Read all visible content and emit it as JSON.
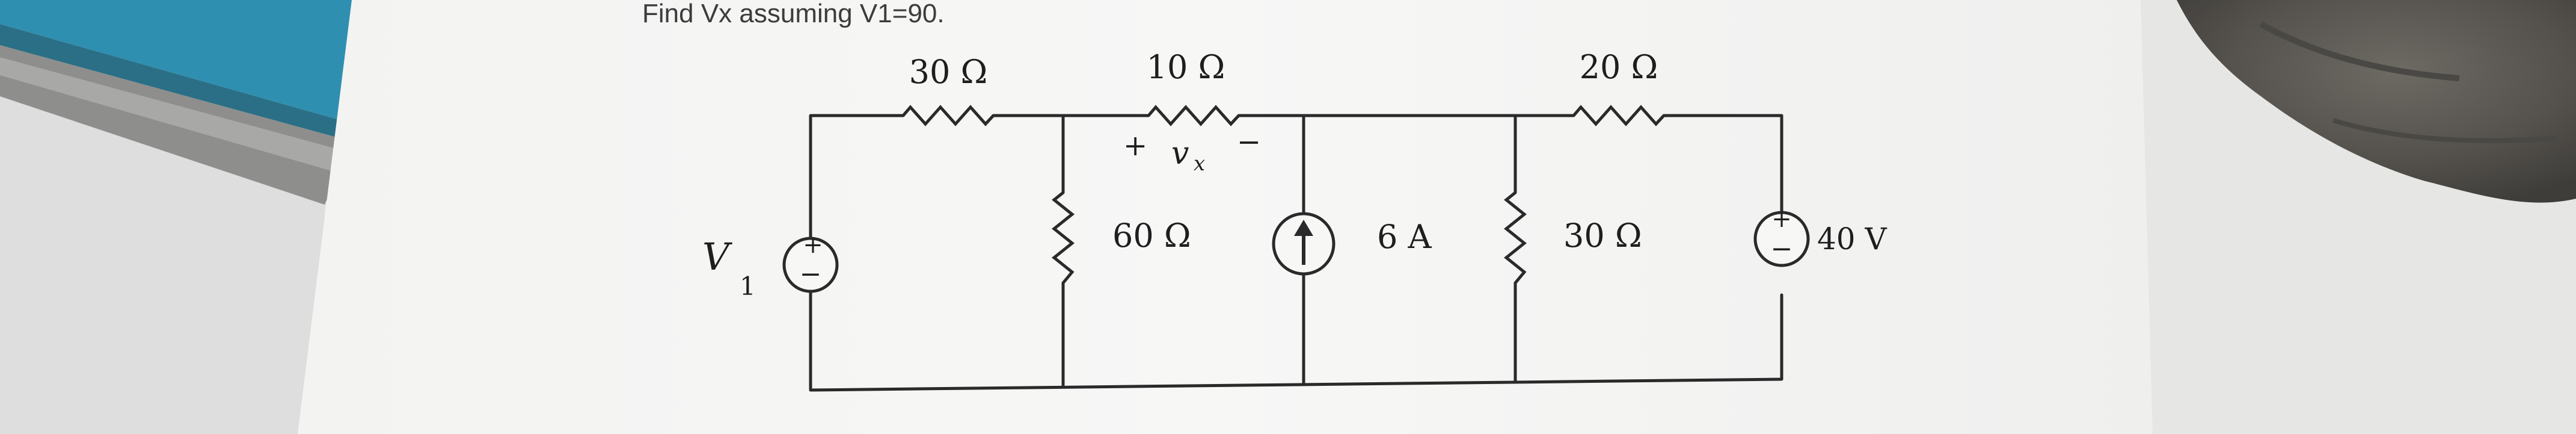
{
  "question": "Find Vx assuming V1=90.",
  "circuit": {
    "resistors": [
      {
        "id": "r-top-left",
        "label": "30 Ω"
      },
      {
        "id": "r-top-middle",
        "label": "10 Ω"
      },
      {
        "id": "r-top-right",
        "label": "20 Ω"
      },
      {
        "id": "r-shunt-left",
        "label": "60 Ω"
      },
      {
        "id": "r-shunt-right",
        "label": "30 Ω"
      }
    ],
    "vx": {
      "plus": "+",
      "symbol": "v",
      "subscript": "x",
      "minus": "−"
    },
    "source_v1": {
      "symbol": "V",
      "subscript": "1",
      "plus": "+",
      "minus": "−"
    },
    "current_source": {
      "label": "6 A"
    },
    "source_v2": {
      "label": "40 V",
      "plus": "+",
      "minus": "−"
    }
  }
}
